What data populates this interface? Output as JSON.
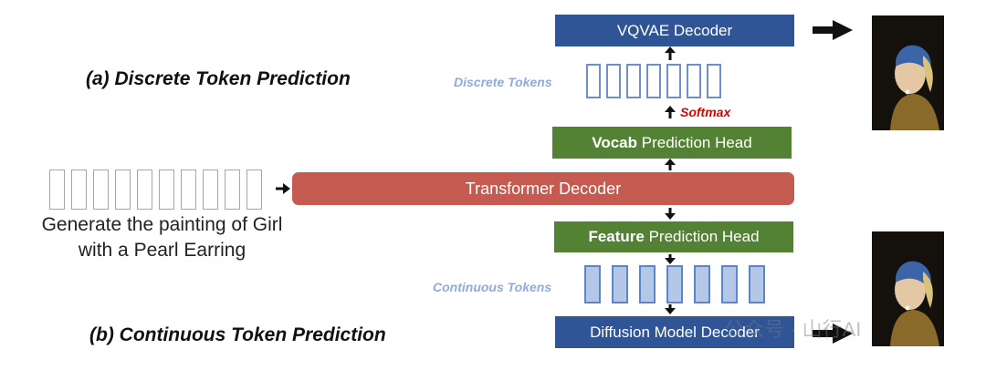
{
  "headings": {
    "discrete": "(a) Discrete Token Prediction",
    "continuous": "(b) Continuous Token Prediction"
  },
  "blocks": {
    "vqvae_decoder": "VQVAE Decoder",
    "vocab_head_bold": "Vocab",
    "vocab_head_rest": " Prediction Head",
    "transformer_decoder": "Transformer Decoder",
    "feature_head_bold": "Feature",
    "feature_head_rest": " Prediction Head",
    "diffusion_decoder": "Diffusion Model Decoder"
  },
  "labels": {
    "discrete_tokens": "Discrete Tokens",
    "continuous_tokens": "Continuous Tokens",
    "softmax": "Softmax"
  },
  "prompt": {
    "line1": "Generate the painting of Girl",
    "line2": "with a Pearl Earring"
  },
  "token_counts": {
    "input": 10,
    "discrete": 7,
    "continuous": 7
  },
  "watermark": "公众号 · 山行AI",
  "colors": {
    "blue_block": "#2f5597",
    "green_block": "#548235",
    "transformer": "#c55a50",
    "token_label": "#8faadc",
    "softmax": "#e00000"
  }
}
